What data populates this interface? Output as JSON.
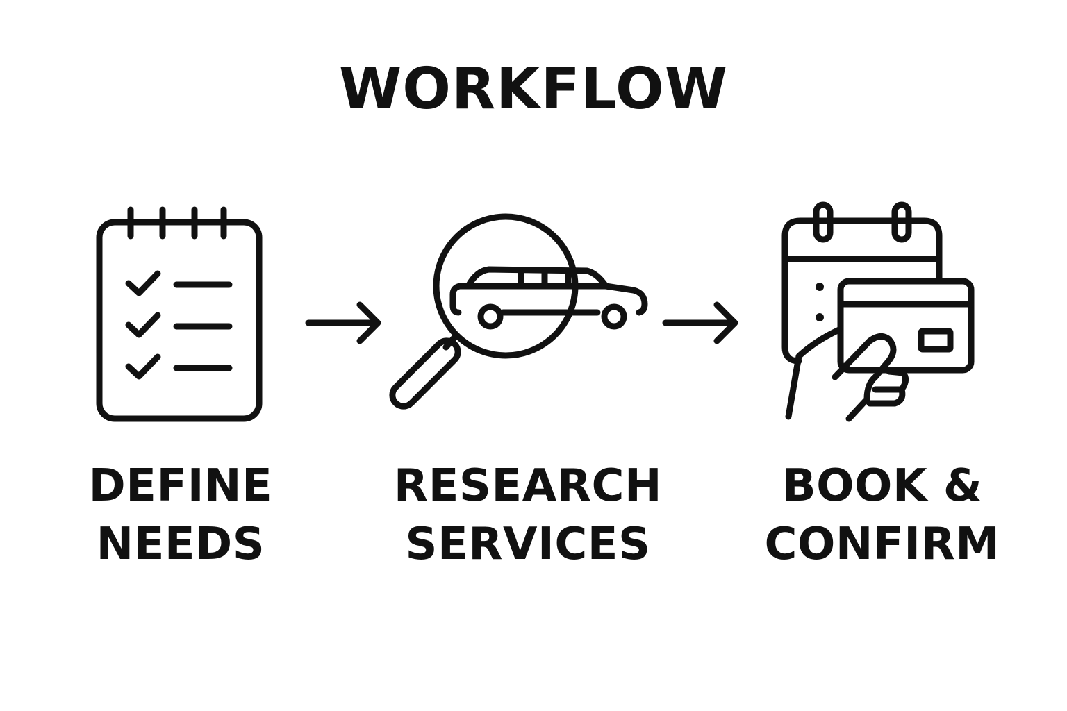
{
  "title": "WORKFLOW",
  "steps": [
    {
      "icon": "checklist-notepad-icon",
      "line1": "DEFINE",
      "line2": "NEEDS"
    },
    {
      "icon": "magnifier-limousine-icon",
      "line1": "RESEARCH",
      "line2": "SERVICES"
    },
    {
      "icon": "calendar-card-payment-icon",
      "line1": "BOOK &",
      "line2": "CONFIRM"
    }
  ],
  "colors": {
    "ink": "#111111",
    "background": "#ffffff"
  }
}
